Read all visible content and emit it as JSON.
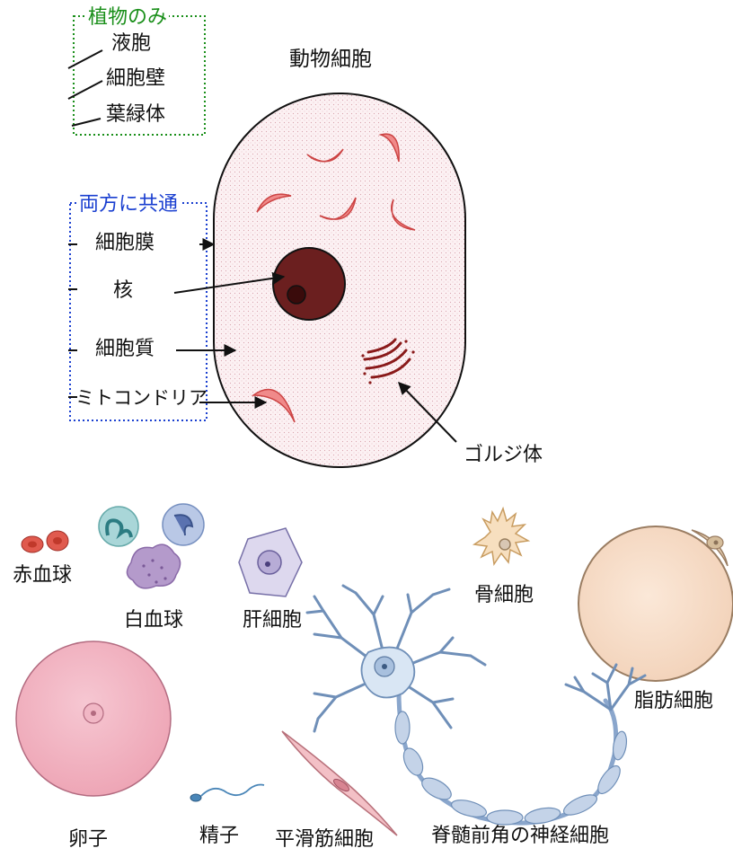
{
  "plant_only_box": {
    "title": "植物のみ",
    "items": [
      "液胞",
      "細胞壁",
      "葉緑体"
    ],
    "color": "#1a8f1a"
  },
  "common_box": {
    "title": "両方に共通",
    "items": [
      "細胞膜",
      "核",
      "細胞質",
      "ミトコンドリア"
    ],
    "color": "#1a3fd0"
  },
  "animal_cell": {
    "title": "動物細胞",
    "golgi_label": "ゴルジ体",
    "cytoplasm_color": "#fbeef0",
    "nucleus_color": "#6b1f1f",
    "mitochondria_color": "#f08a8a"
  },
  "cell_types": {
    "red_blood_cell": "赤血球",
    "white_blood_cell": "白血球",
    "liver_cell": "肝細胞",
    "bone_cell": "骨細胞",
    "fat_cell": "脂肪細胞",
    "egg": "卵子",
    "sperm": "精子",
    "smooth_muscle_cell": "平滑筋細胞",
    "motor_neuron": "脊髄前角の神経細胞"
  }
}
